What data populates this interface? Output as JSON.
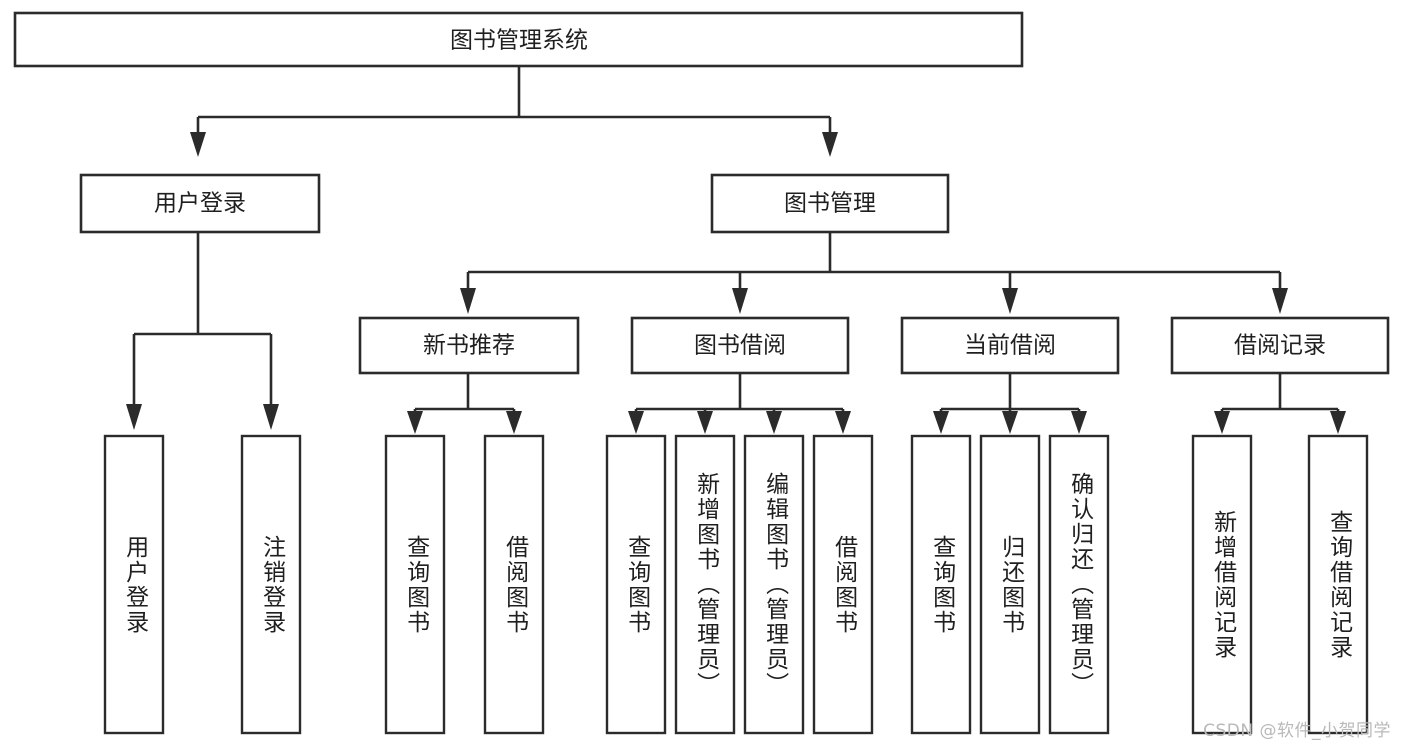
{
  "diagram": {
    "type": "tree-hierarchy",
    "title": "图书管理系统",
    "root": {
      "id": "root",
      "label": "图书管理系统",
      "orientation": "horizontal"
    },
    "level2": [
      {
        "id": "user-login",
        "label": "用户登录",
        "orientation": "horizontal"
      },
      {
        "id": "book-management",
        "label": "图书管理",
        "orientation": "horizontal"
      }
    ],
    "level3": [
      {
        "id": "new-book-recommend",
        "label": "新书推荐",
        "orientation": "horizontal",
        "parent": "book-management"
      },
      {
        "id": "book-borrow",
        "label": "图书借阅",
        "orientation": "horizontal",
        "parent": "book-management"
      },
      {
        "id": "current-borrow",
        "label": "当前借阅",
        "orientation": "horizontal",
        "parent": "book-management"
      },
      {
        "id": "borrow-record",
        "label": "借阅记录",
        "orientation": "horizontal",
        "parent": "book-management"
      }
    ],
    "leaves": [
      {
        "id": "leaf-user-login",
        "label": "用户登录",
        "orientation": "vertical",
        "parent": "user-login"
      },
      {
        "id": "leaf-logout",
        "label": "注销登录",
        "orientation": "vertical",
        "parent": "user-login"
      },
      {
        "id": "leaf-query-book-1",
        "label": "查询图书",
        "orientation": "vertical",
        "parent": "new-book-recommend"
      },
      {
        "id": "leaf-borrow-book-1",
        "label": "借阅图书",
        "orientation": "vertical",
        "parent": "new-book-recommend"
      },
      {
        "id": "leaf-query-book-2",
        "label": "查询图书",
        "orientation": "vertical",
        "parent": "book-borrow"
      },
      {
        "id": "leaf-add-book",
        "label": "新增图书（管理员）",
        "orientation": "vertical",
        "parent": "book-borrow"
      },
      {
        "id": "leaf-edit-book",
        "label": "编辑图书（管理员）",
        "orientation": "vertical",
        "parent": "book-borrow"
      },
      {
        "id": "leaf-borrow-book-2",
        "label": "借阅图书",
        "orientation": "vertical",
        "parent": "book-borrow"
      },
      {
        "id": "leaf-query-book-3",
        "label": "查询图书",
        "orientation": "vertical",
        "parent": "current-borrow"
      },
      {
        "id": "leaf-return-book",
        "label": "归还图书",
        "orientation": "vertical",
        "parent": "current-borrow"
      },
      {
        "id": "leaf-confirm-return",
        "label": "确认归还（管理员）",
        "orientation": "vertical",
        "parent": "current-borrow"
      },
      {
        "id": "leaf-add-record",
        "label": "新增借阅记录",
        "orientation": "vertical",
        "parent": "borrow-record"
      },
      {
        "id": "leaf-query-record",
        "label": "查询借阅记录",
        "orientation": "vertical",
        "parent": "borrow-record"
      }
    ],
    "colors": {
      "background": "#ffffff",
      "node_fill": "#ffffff",
      "node_stroke": "#2b2b2b",
      "text": "#1f1f1f",
      "connector": "#2b2b2b",
      "watermark": "#b9b9b9"
    }
  },
  "watermark": {
    "text": "CSDN @软件_小贺同学"
  }
}
